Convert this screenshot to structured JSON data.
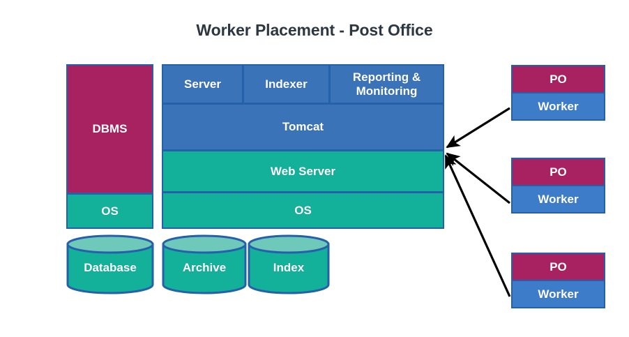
{
  "title": "Worker Placement - Post Office",
  "colors": {
    "magenta": "#a82262",
    "teal": "#13b09a",
    "teal_light": "#6fc9ba",
    "blue": "#3b73b9",
    "blue_light": "#3d7cc9",
    "border_blue": "#2560ab",
    "title_text": "#2c3742",
    "arrow": "#000000",
    "background": "#ffffff"
  },
  "database_server": {
    "dbms_label": "DBMS",
    "os_label": "OS"
  },
  "app_server": {
    "top_row": [
      {
        "label": "Server"
      },
      {
        "label": "Indexer"
      },
      {
        "label": "Reporting & Monitoring"
      }
    ],
    "tomcat_label": "Tomcat",
    "web_server_label": "Web Server",
    "os_label": "OS"
  },
  "storage": [
    {
      "label": "Database"
    },
    {
      "label": "Archive"
    },
    {
      "label": "Index"
    }
  ],
  "workers": [
    {
      "po_label": "PO",
      "worker_label": "Worker"
    },
    {
      "po_label": "PO",
      "worker_label": "Worker"
    },
    {
      "po_label": "PO",
      "worker_label": "Worker"
    }
  ]
}
